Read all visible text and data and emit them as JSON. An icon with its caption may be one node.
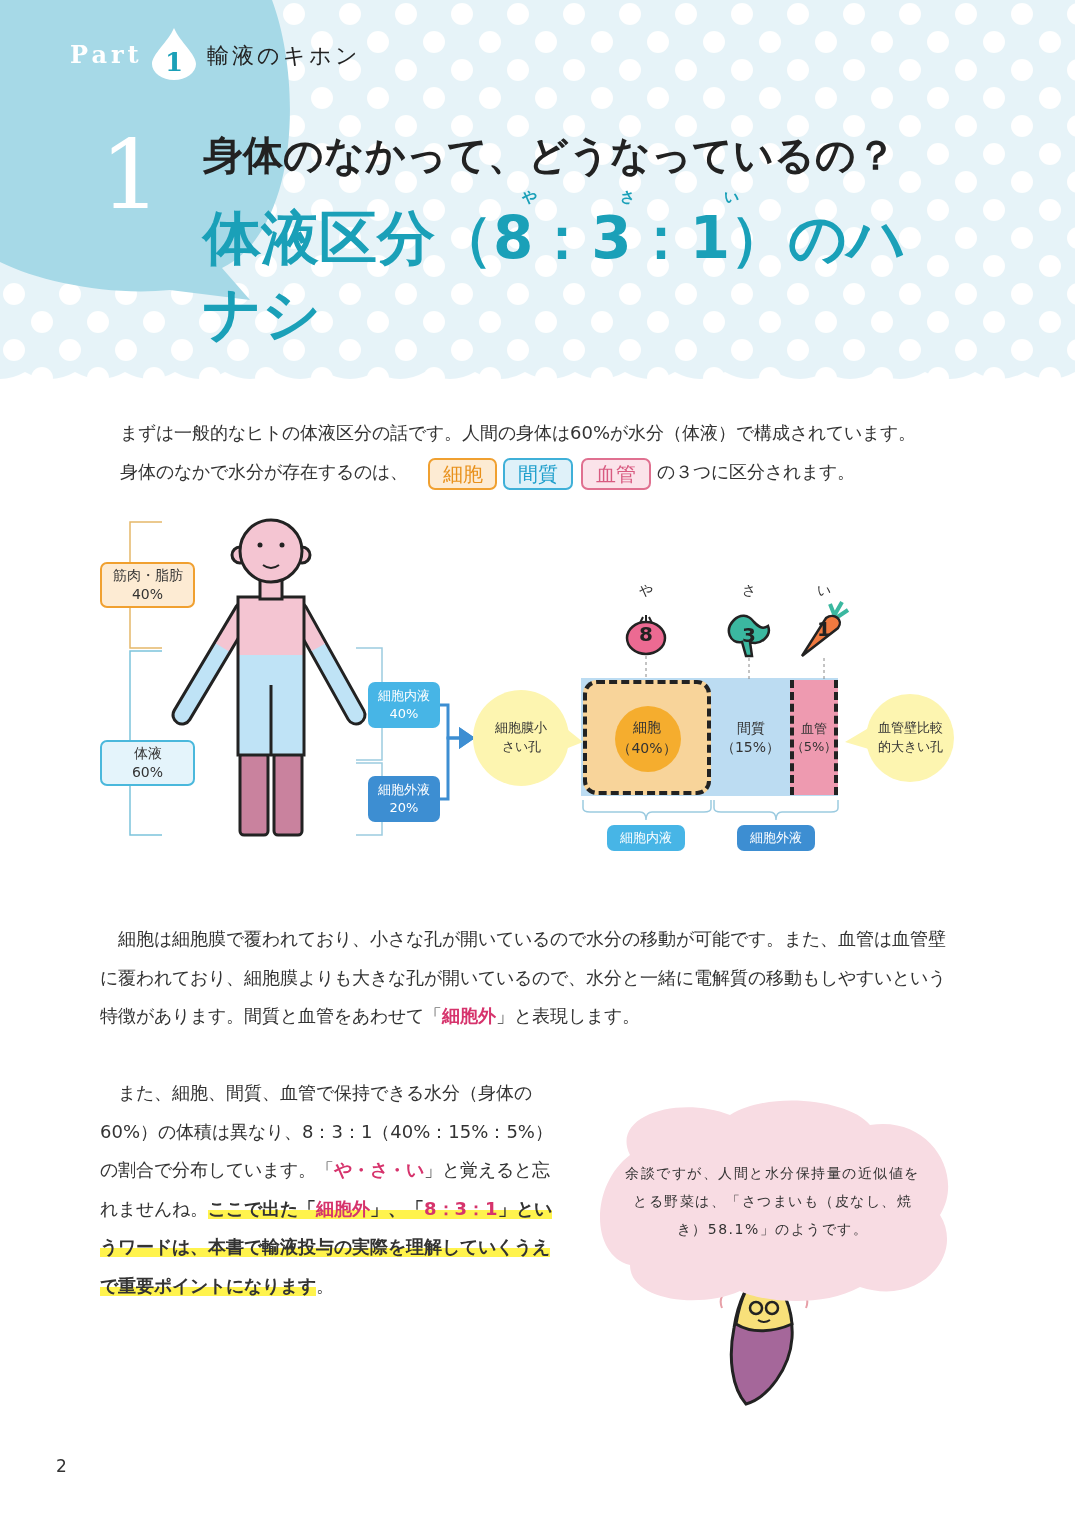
{
  "diagram": {
    "title": "体液区分（8：3：1）のハナシ",
    "nodes": [
      {
        "text": [
          "細胞"
        ]
      },
      {
        "text": [
          "間質"
        ]
      },
      {
        "text": [
          "血管"
        ]
      },
      {
        "text": [
          "筋肉・脂肪40%"
        ]
      },
      {
        "text": [
          "体液60%"
        ]
      },
      {
        "text": [
          "細胞内液40%"
        ]
      },
      {
        "text": [
          "細胞外液20%"
        ]
      },
      {
        "text": [
          "細胞膜小さい孔"
        ]
      },
      {
        "text": [
          "8"
        ],
        "beside": [
          "や"
        ]
      },
      {
        "text": [
          "3"
        ],
        "beside": [
          "さ"
        ]
      },
      {
        "text": [
          "1"
        ],
        "beside": [
          "い"
        ]
      },
      {
        "text": [
          "細胞（40%）"
        ]
      },
      {
        "text": [
          "間質（15%）"
        ]
      },
      {
        "text": [
          "血管（5%）"
        ]
      },
      {
        "text": [
          "血管壁比較的大きい孔"
        ]
      },
      {
        "text": [
          "細胞内液"
        ]
      },
      {
        "text": [
          "細胞外液"
        ]
      },
      {
        "text": [
          "余談ですが、人間と水分保持量の近似値をとる野菜は、「さつまいも（皮なし、焼き）58.1%」のようです。"
        ]
      }
    ],
    "edges": [
      {
        "from": 5,
        "to": 7,
        "arrow": "to",
        "color": "#3d8ed2"
      },
      {
        "from": 6,
        "to": 7,
        "arrow": "to",
        "color": "#3d8ed2"
      },
      {
        "from": 8,
        "to": 11,
        "arrow": "none",
        "style": "dashed"
      },
      {
        "from": 9,
        "to": 12,
        "arrow": "none",
        "style": "dashed"
      },
      {
        "from": 10,
        "to": 13,
        "arrow": "none",
        "style": "dashed"
      }
    ],
    "labels": [
      "Part",
      "1",
      "輸液のキホン",
      "1",
      "身体のなかって、どうなっているの？",
      "や",
      "さ",
      "い",
      "まずは一般的なヒトの体液区分の話です。人間の身体は60%が水分（体液）で構成されています。",
      "身体のなかで水分が存在するのは、",
      "の３つに区分されます。",
      "細胞は細胞膜で覆われており、小さな孔が開いているので水分の移動が可能です。また、血管は血管壁に覆われており、細胞膜よりも大きな孔が開いているので、水分と一緒に電解質の移動もしやすいという特徴があります。間質と血管をあわせて「*細胞外*」と表現します。",
      "また、細胞、間質、血管で保持できる水分（身体の60%）の体積は異なり、8：3：1（40%：15%：5%）の割合で分布しています。「*や・さ・い*」と覚えると忘れませんね。**ここで出た「*細胞外*」、「*8：3：1*」というワードは、本書で輸液投与の実際を理解していくうえで重要ポイントになります**。",
      "2"
    ]
  }
}
